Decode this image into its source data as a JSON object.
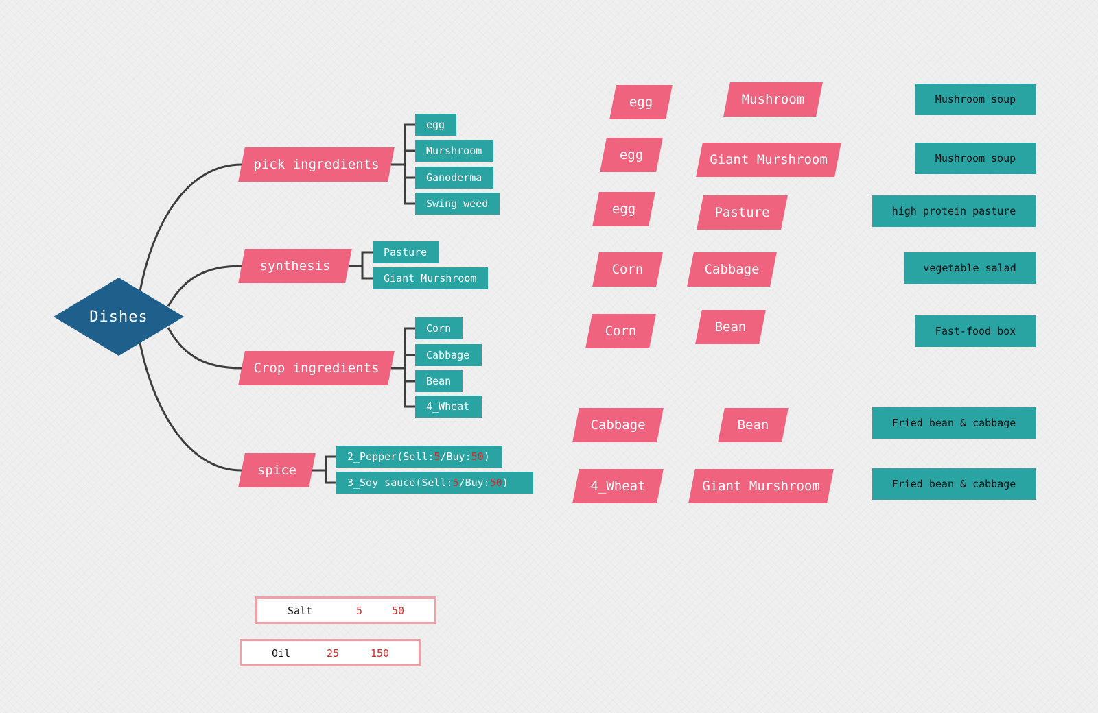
{
  "root": {
    "label": "Dishes"
  },
  "branches": {
    "pick": {
      "label": "pick ingredients",
      "items": [
        "egg",
        "Murshroom",
        "Ganoderma",
        "Swing weed"
      ]
    },
    "synthesis": {
      "label": "synthesis",
      "items": [
        "Pasture",
        "Giant Murshroom"
      ]
    },
    "crop": {
      "label": "Crop ingredients",
      "items": [
        "Corn",
        "Cabbage",
        "Bean",
        "4_Wheat"
      ]
    },
    "spice": {
      "label": "spice",
      "items": [
        {
          "name": "2_Pepper",
          "open": "(",
          "sell_label": "Sell:",
          "sell": "5",
          "sep": "/",
          "buy_label": "Buy:",
          "buy": "50",
          "close": ")"
        },
        {
          "name": "3_Soy sauce",
          "open": " (",
          "sell_label": "Sell:",
          "sell": "5",
          "sep": "/",
          "buy_label": "Buy:",
          "buy": "50",
          "close": ")"
        }
      ]
    }
  },
  "recipes": [
    {
      "ingredients": [
        "egg",
        "Mushroom"
      ],
      "dish": "Mushroom soup"
    },
    {
      "ingredients": [
        "egg",
        "Giant Murshroom"
      ],
      "dish": "Mushroom soup"
    },
    {
      "ingredients": [
        "egg",
        "Pasture"
      ],
      "dish": "high protein pasture"
    },
    {
      "ingredients": [
        "Corn",
        "Cabbage"
      ],
      "dish": "vegetable salad"
    },
    {
      "ingredients": [
        "Corn",
        "Bean"
      ],
      "dish": "Fast-food box"
    },
    {
      "ingredients": [
        "Cabbage",
        "Bean"
      ],
      "dish": "Fried bean & cabbage"
    },
    {
      "ingredients": [
        "4_Wheat",
        "Giant Murshroom"
      ],
      "dish": "Fried bean & cabbage"
    }
  ],
  "spice_prices": [
    {
      "name": "Salt",
      "sell": "5",
      "buy": "50"
    },
    {
      "name": "Oil",
      "sell": "25",
      "buy": "150"
    }
  ],
  "colors": {
    "root": "#1f5f8b",
    "node_pink": "#f0637e",
    "leaf_teal": "#2aa3a3",
    "price_red": "#e02626",
    "box_border": "#f2a0a6",
    "connector": "#3d3d3d"
  }
}
